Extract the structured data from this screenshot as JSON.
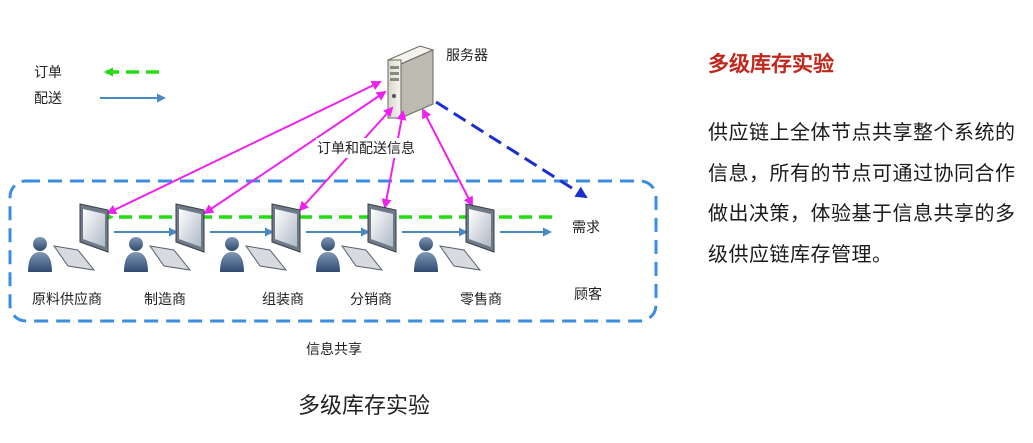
{
  "legend": {
    "order_label": "订单",
    "delivery_label": "配送",
    "order_color": "#22dd11",
    "delivery_color": "#4a8ac4"
  },
  "server_label": "服务器",
  "info_flow_label": "订单和配送信息",
  "demand_label": "需求",
  "customer_label": "顾客",
  "info_sharing_label": "信息共享",
  "nodes": [
    "原料供应商",
    "制造商",
    "组装商",
    "分销商",
    "零售商"
  ],
  "colors": {
    "info_arrow": "#ee22ee",
    "demand_arrow": "#1a2fcc",
    "boundary": "#3b8de0",
    "title_red": "#c0281d"
  },
  "caption": "多级库存实验",
  "side_panel": {
    "title": "多级库存实验",
    "body": "供应链上全体节点共享整个系统的信息，所有的节点可通过协同合作做出决策，体验基于信息共享的多级供应链库存管理。"
  }
}
